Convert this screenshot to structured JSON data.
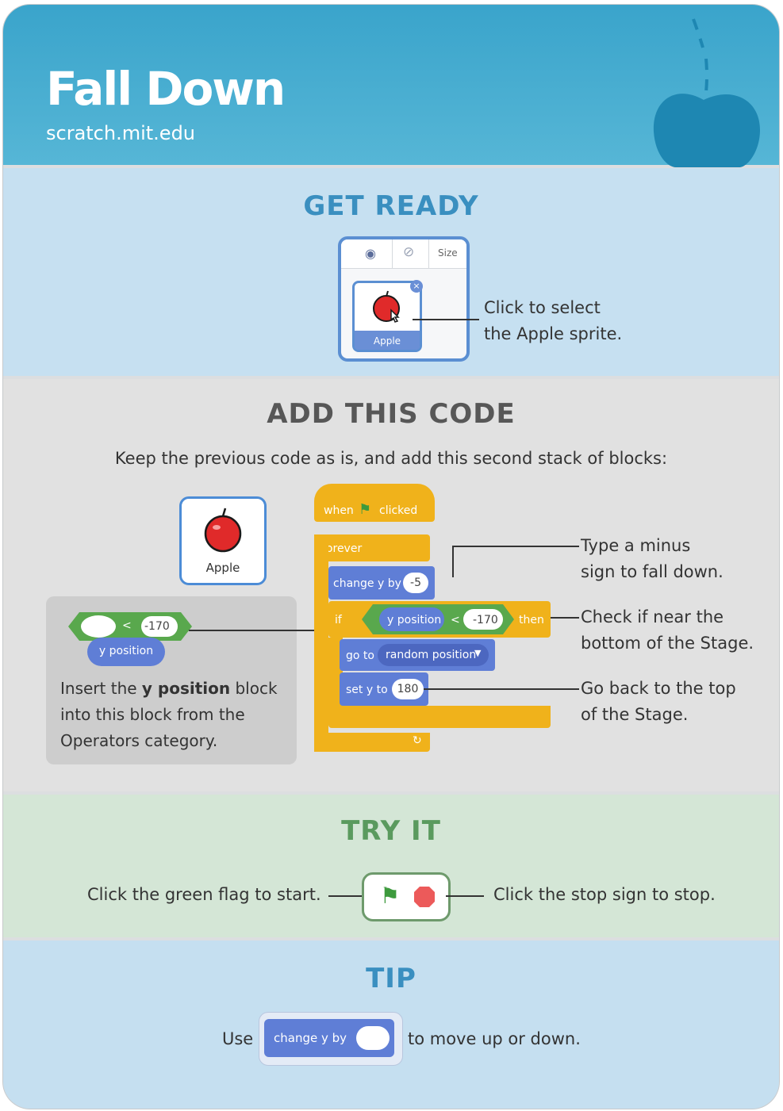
{
  "header": {
    "title": "Fall Down",
    "url": "scratch.mit.edu"
  },
  "get_ready": {
    "heading": "GET READY",
    "panel_size_label": "Size",
    "sprite_name": "Apple",
    "instruction_line1": "Click to select",
    "instruction_line2": "the Apple sprite."
  },
  "add_code": {
    "heading": "ADD THIS CODE",
    "intro": "Keep the previous code as is, and add this second stack of blocks:",
    "sprite_name": "Apple",
    "operator_value": "-170",
    "operator_symbol": "<",
    "y_position_label": "y position",
    "insert_note_pre": "Insert the ",
    "insert_note_bold": "y position",
    "insert_note_post": " block",
    "insert_note_line2": "into this block from the",
    "insert_note_line3": "Operators category.",
    "blocks": {
      "when": "when",
      "clicked": "clicked",
      "forever": "forever",
      "change_y_by": "change y by",
      "change_value": "-5",
      "if": "if",
      "y_position": "y position",
      "less_than": "<",
      "compare_value": "-170",
      "then": "then",
      "go_to": "go to",
      "random_position": "random position",
      "set_y_to": "set y to",
      "set_value": "180"
    },
    "callouts": {
      "minus_1": "Type a minus",
      "minus_2": "sign to fall down.",
      "check_1": "Check if near the",
      "check_2": "bottom of the Stage.",
      "back_1": "Go back to the top",
      "back_2": "of the Stage."
    }
  },
  "try_it": {
    "heading": "TRY IT",
    "left": "Click the green flag to start.",
    "right": "Click the stop sign to stop."
  },
  "tip": {
    "heading": "TIP",
    "use": "Use",
    "block": "change y by",
    "after": "to move up or down."
  },
  "colors": {
    "header_blue": "#3aa4cb",
    "heading_blue": "#3a8fc0",
    "heading_gray": "#575757",
    "heading_green": "#5a9a5e",
    "events_yellow": "#f0b21b",
    "motion_blue": "#5f7ed6",
    "operator_green": "#59a84d",
    "stop_red": "#ec5a5a"
  }
}
